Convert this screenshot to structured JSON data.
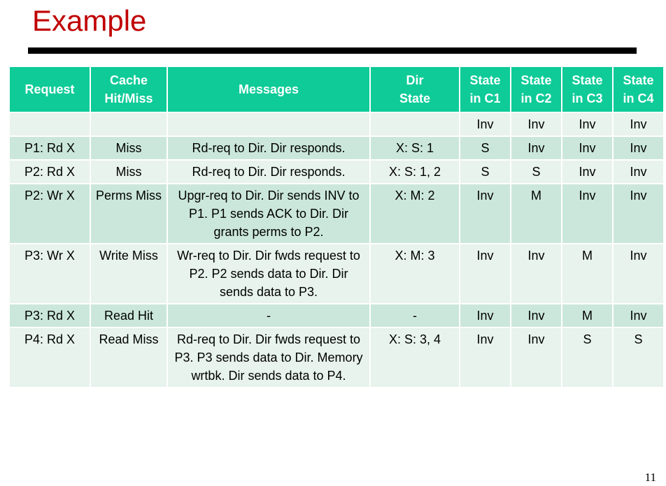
{
  "slide": {
    "title": "Example",
    "page_number": "11"
  },
  "colors": {
    "title": "#C00000",
    "header_bg": "#0ECB98",
    "header_text": "#FFFFFF",
    "row_light": "#E7F3EC",
    "row_dark": "#CBE7DB",
    "rule": "#000000"
  },
  "table": {
    "headers": [
      "Request",
      "Cache\nHit/Miss",
      "Messages",
      "Dir\nState",
      "State\nin C1",
      "State\nin C2",
      "State\nin C3",
      "State\nin C4"
    ],
    "headers_lines": [
      [
        "Request"
      ],
      [
        "Cache",
        "Hit/Miss"
      ],
      [
        "Messages"
      ],
      [
        "Dir",
        "State"
      ],
      [
        "State",
        "in C1"
      ],
      [
        "State",
        "in C2"
      ],
      [
        "State",
        "in C3"
      ],
      [
        "State",
        "in C4"
      ]
    ],
    "rows": [
      {
        "request": "",
        "cache": "",
        "messages": "",
        "dir_state": "",
        "c1": "Inv",
        "c2": "Inv",
        "c3": "Inv",
        "c4": "Inv"
      },
      {
        "request": "P1: Rd X",
        "cache": "Miss",
        "messages": "Rd-req to Dir. Dir responds.",
        "dir_state": "X: S: 1",
        "c1": "S",
        "c2": "Inv",
        "c3": "Inv",
        "c4": "Inv"
      },
      {
        "request": "P2: Rd X",
        "cache": "Miss",
        "messages": "Rd-req to Dir. Dir responds.",
        "dir_state": "X: S: 1, 2",
        "c1": "S",
        "c2": "S",
        "c3": "Inv",
        "c4": "Inv"
      },
      {
        "request": "P2: Wr X",
        "cache": "Perms Miss",
        "messages": "Upgr-req to Dir. Dir sends INV to P1. P1 sends ACK to Dir. Dir grants perms to P2.",
        "dir_state": "X: M: 2",
        "c1": "Inv",
        "c2": "M",
        "c3": "Inv",
        "c4": "Inv"
      },
      {
        "request": "P3: Wr X",
        "cache": "Write Miss",
        "messages": "Wr-req to Dir. Dir fwds request to P2. P2 sends data to Dir. Dir sends data to P3.",
        "dir_state": "X: M: 3",
        "c1": "Inv",
        "c2": "Inv",
        "c3": "M",
        "c4": "Inv"
      },
      {
        "request": "P3: Rd X",
        "cache": "Read Hit",
        "messages": "-",
        "dir_state": "-",
        "c1": "Inv",
        "c2": "Inv",
        "c3": "M",
        "c4": "Inv"
      },
      {
        "request": "P4: Rd X",
        "cache": "Read Miss",
        "messages": "Rd-req to Dir. Dir fwds request to P3. P3 sends data to Dir. Memory wrtbk. Dir sends data to P4.",
        "dir_state": "X: S: 3, 4",
        "c1": "Inv",
        "c2": "Inv",
        "c3": "S",
        "c4": "S"
      }
    ]
  }
}
